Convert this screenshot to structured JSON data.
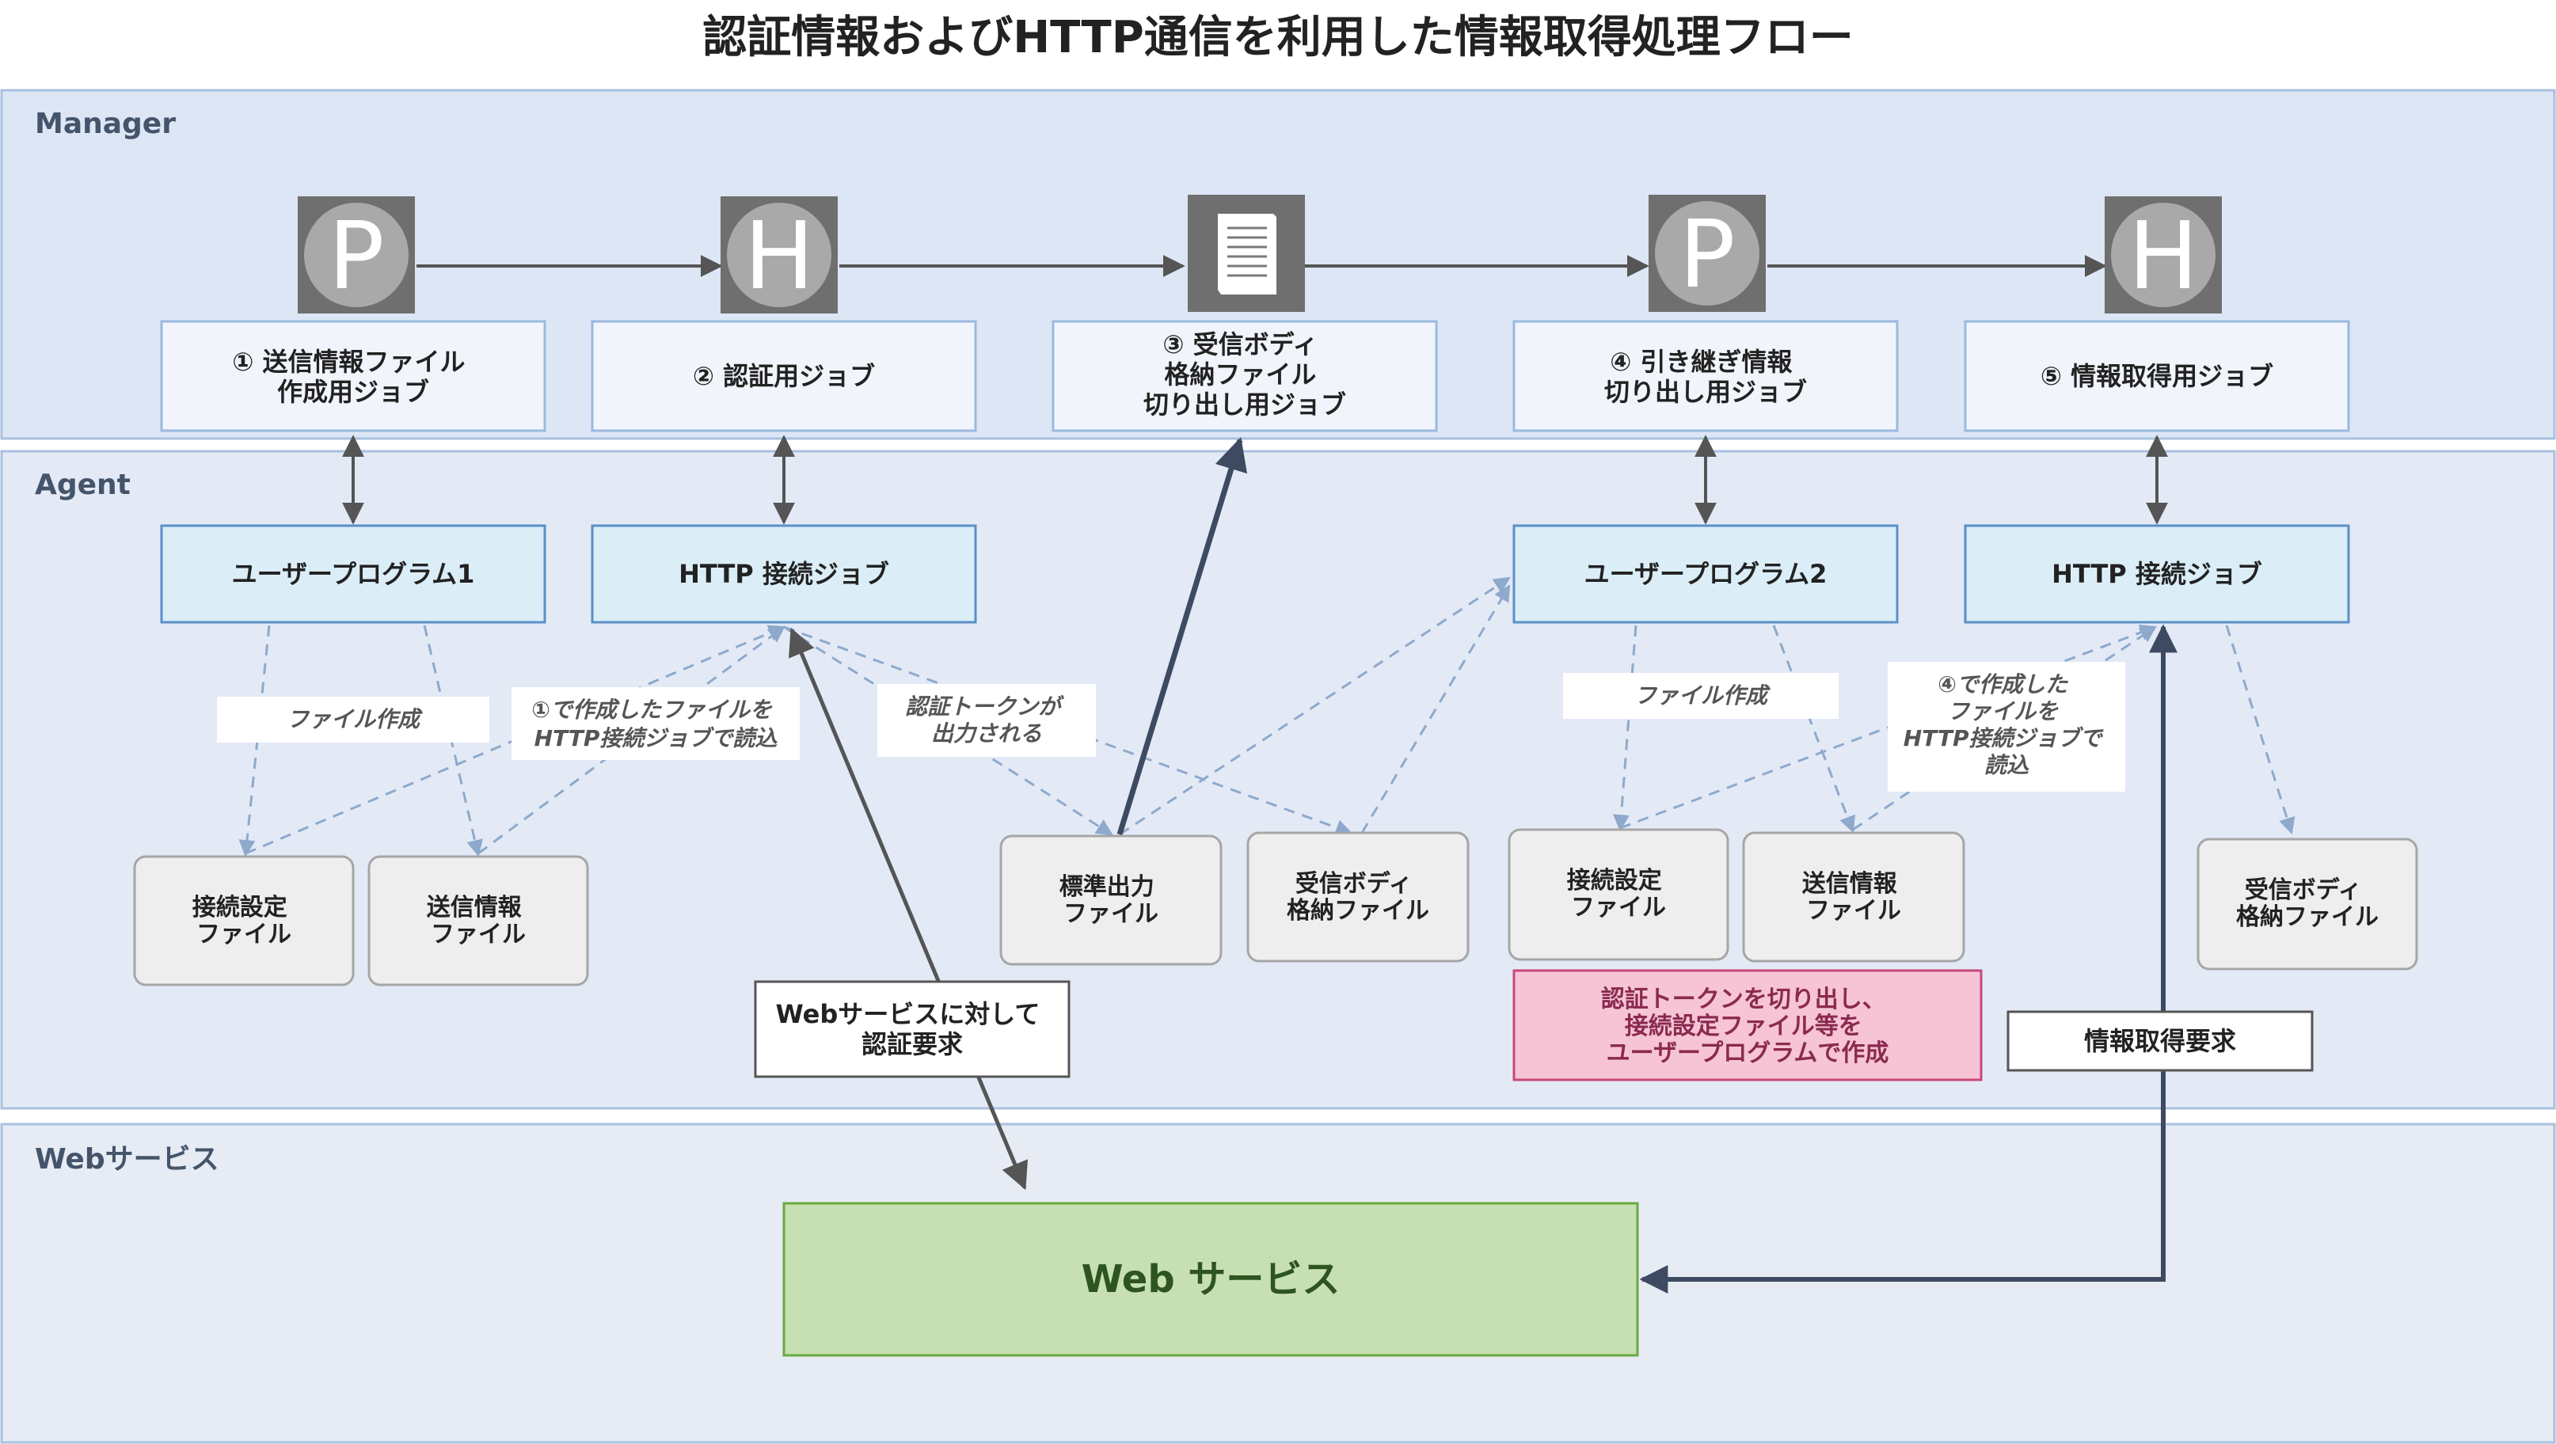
{
  "title": "認証情報およびHTTP通信を利用した情報取得処理フロー",
  "lanes": {
    "manager": "Manager",
    "agent": "Agent",
    "web": "Webサービス"
  },
  "jobs": [
    {
      "icon": "P",
      "icon_name": "program-icon",
      "label": [
        "① 送信情報ファイル",
        "作成用ジョブ"
      ]
    },
    {
      "icon": "H",
      "icon_name": "http-icon",
      "label": [
        "② 認証用ジョブ"
      ]
    },
    {
      "icon": "",
      "icon_name": "document-icon",
      "label": [
        "③ 受信ボディ",
        "格納ファイル",
        "切り出し用ジョブ"
      ]
    },
    {
      "icon": "P",
      "icon_name": "program-icon",
      "label": [
        "④ 引き継ぎ情報",
        "切り出し用ジョブ"
      ]
    },
    {
      "icon": "H",
      "icon_name": "http-icon",
      "label": [
        "⑤ 情報取得用ジョブ"
      ]
    }
  ],
  "agents": {
    "user_program_1": "ユーザープログラム1",
    "http_job_1": "HTTP 接続ジョブ",
    "user_program_2": "ユーザープログラム2",
    "http_job_2": "HTTP 接続ジョブ"
  },
  "files": {
    "conn_settings_1": [
      "接続設定",
      "ファイル"
    ],
    "send_info_1": [
      "送信情報",
      "ファイル"
    ],
    "stdout": [
      "標準出力",
      "ファイル"
    ],
    "recv_body_1": [
      "受信ボディ",
      "格納ファイル"
    ],
    "conn_settings_2": [
      "接続設定",
      "ファイル"
    ],
    "send_info_2": [
      "送信情報",
      "ファイル"
    ],
    "recv_body_2": [
      "受信ボディ",
      "格納ファイル"
    ]
  },
  "notes": {
    "file_create_1": "ファイル作成",
    "read_by_http_1": [
      "①で作成したファイルを",
      "HTTP接続ジョブで読込"
    ],
    "token_output": [
      "認証トークンが",
      "出力される"
    ],
    "file_create_2": "ファイル作成",
    "read_by_http_2": [
      "④で作成した",
      "ファイルを",
      "HTTP接続ジョブで",
      "読込"
    ],
    "auth_request": [
      "Webサービスに対して",
      "認証要求"
    ],
    "token_extract": [
      "認証トークンを切り出し、",
      "接続設定ファイル等を",
      "ユーザープログラムで作成"
    ],
    "info_request": "情報取得要求"
  },
  "web_service": "Web サービス",
  "colors": {
    "manager_bg": "#dce6f5",
    "agent_bg": "#e3eaf6",
    "web_bg": "#e6ebf4",
    "lane_border": "#a9c1df",
    "lane_label": "#44546a",
    "job_box_bg": "#f1f5fb",
    "job_box_border": "#9ab9e0",
    "agent_box_bg": "#dbeef8",
    "agent_box_border": "#5b8fc7",
    "file_bg": "#eeeeee",
    "file_border": "#a6a6a6",
    "web_bg_box": "#c6e0b4",
    "web_border": "#6aaa3e",
    "web_text": "#2e5520",
    "pink_bg": "#f6c4d5",
    "pink_border": "#c8487a",
    "pink_text": "#8a2a4e",
    "flow_arrow": "#555555",
    "dashed": "#8ea9cc",
    "strong_arrow": "#3d4a61"
  }
}
